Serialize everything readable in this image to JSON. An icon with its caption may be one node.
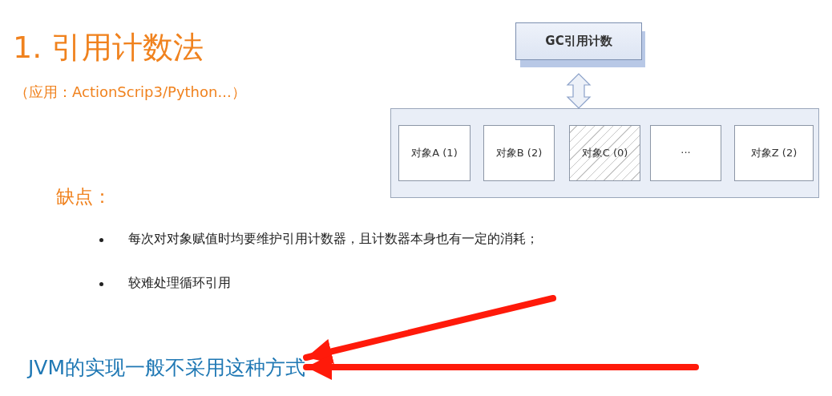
{
  "diagram": {
    "title": "1. 引用计数法",
    "nodes": [
      {
        "text": [
          "GC引用计数"
        ]
      },
      {
        "text": [],
        "shape": "box"
      },
      {
        "text": [
          "对象A (1)"
        ],
        "in": 1
      },
      {
        "text": [
          "对象B (2)"
        ],
        "in": 1
      },
      {
        "text": [
          "对象C (0)"
        ],
        "in": 1
      },
      {
        "text": [
          "···"
        ],
        "in": 1
      },
      {
        "text": [
          "对象Z (2)"
        ],
        "in": 1
      },
      {
        "text": [
          "JVM的实现一般不采用这种方式"
        ]
      }
    ],
    "edges": [
      {
        "from": 0,
        "to": 1,
        "arrow": "both"
      },
      {
        "from": null,
        "to": 7,
        "arrow": "to",
        "color": "#ff1a0a"
      },
      {
        "from": null,
        "to": 7,
        "arrow": "to",
        "color": "#ff1a0a"
      }
    ],
    "labels": [
      "（应用：ActionScrip3/Python...）",
      "缺点：",
      "每次对对象赋值时均要维护引用计数器，且计数器本身也有一定的消耗；",
      "较难处理循环引用"
    ]
  }
}
